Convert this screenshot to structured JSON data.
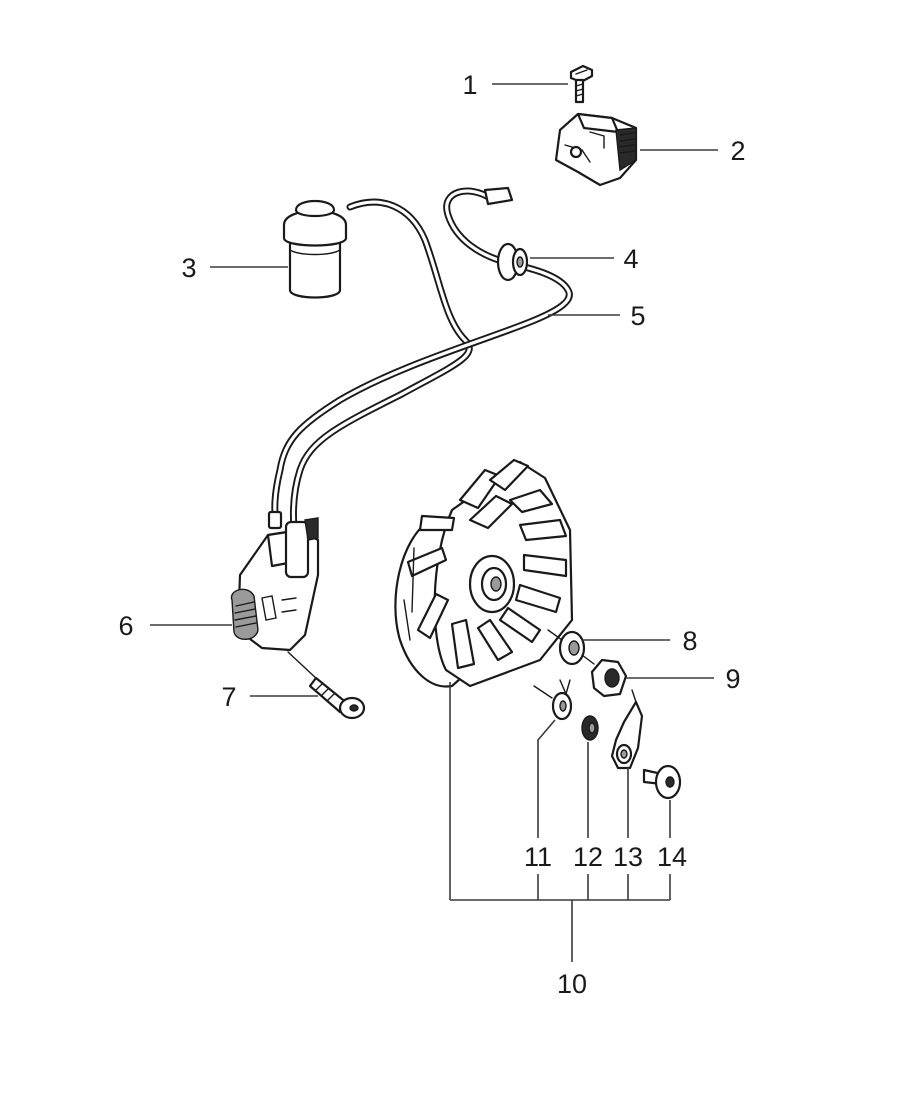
{
  "diagram": {
    "parts": [
      {
        "key": "screw_small",
        "label": "1",
        "icon": "screw-icon"
      },
      {
        "key": "switch",
        "label": "2",
        "icon": "switch-icon"
      },
      {
        "key": "spark_cap",
        "label": "3",
        "icon": "spark-plug-cap-icon"
      },
      {
        "key": "grommet",
        "label": "4",
        "icon": "grommet-icon"
      },
      {
        "key": "wire",
        "label": "5",
        "icon": "wire-icon"
      },
      {
        "key": "ignition_coil",
        "label": "6",
        "icon": "ignition-coil-icon"
      },
      {
        "key": "screw_coil",
        "label": "7",
        "icon": "screw-icon"
      },
      {
        "key": "washer",
        "label": "8",
        "icon": "washer-icon"
      },
      {
        "key": "nut",
        "label": "9",
        "icon": "nut-icon"
      },
      {
        "key": "flywheel",
        "label": "10",
        "icon": "flywheel-icon"
      },
      {
        "key": "spring_washer",
        "label": "11",
        "icon": "spring-washer-icon"
      },
      {
        "key": "spring",
        "label": "12",
        "icon": "spring-icon"
      },
      {
        "key": "pawl",
        "label": "13",
        "icon": "pawl-icon"
      },
      {
        "key": "pawl_bolt",
        "label": "14",
        "icon": "bolt-icon"
      }
    ]
  }
}
